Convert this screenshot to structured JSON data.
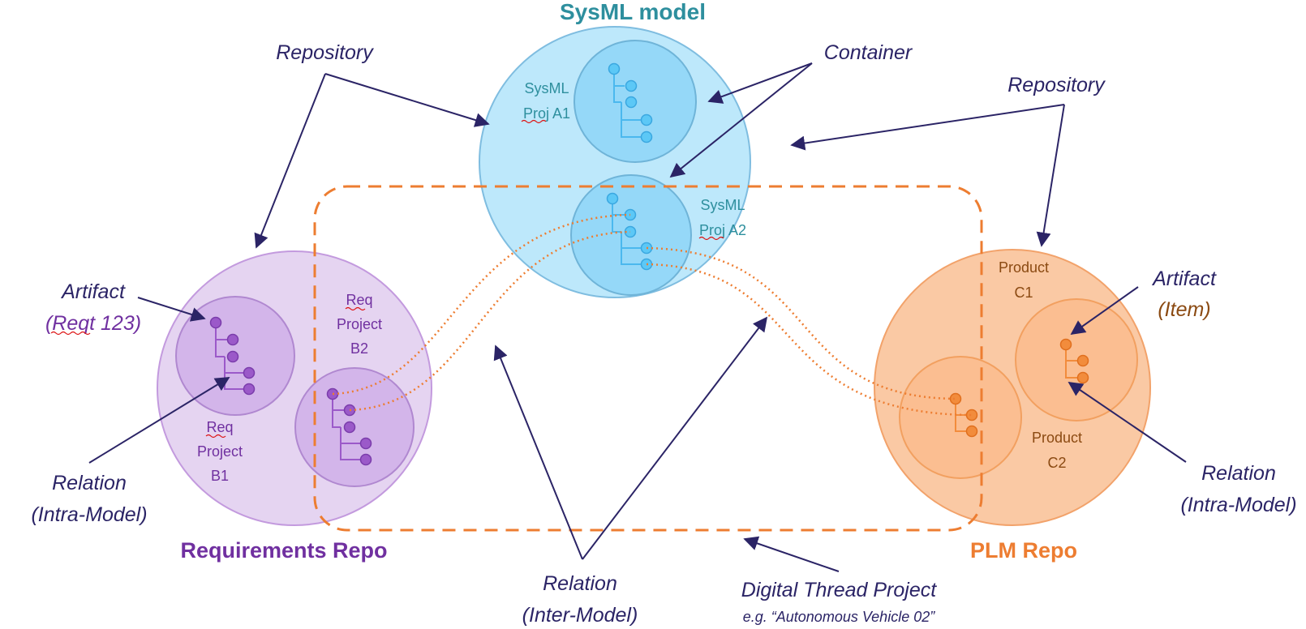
{
  "titles": {
    "sysml_model": "SysML model",
    "requirements_repo": "Requirements Repo",
    "plm_repo": "PLM Repo"
  },
  "sysml": {
    "proj_a1": [
      "SysML",
      "Proj A1"
    ],
    "proj_a2": [
      "SysML",
      "Proj A2"
    ]
  },
  "requirements": {
    "project_b1": [
      "Req",
      "Project",
      "B1"
    ],
    "project_b2": [
      "Req",
      "Project",
      "B2"
    ]
  },
  "plm": {
    "product_c1": [
      "Product",
      "C1"
    ],
    "product_c2": [
      "Product",
      "C2"
    ]
  },
  "callouts": {
    "repository_left": "Repository",
    "repository_right": "Repository",
    "container": "Container",
    "artifact_left": [
      "Artifact",
      "(Reqt 123)"
    ],
    "artifact_right": [
      "Artifact",
      "(Item)"
    ],
    "relation_intra_left": [
      "Relation",
      "(Intra-Model)"
    ],
    "relation_intra_right": [
      "Relation",
      "(Intra-Model)"
    ],
    "relation_inter": [
      "Relation",
      "(Inter-Model)"
    ],
    "digital_thread": "Digital Thread Project",
    "digital_thread_example": "e.g. “Autonomous Vehicle 02”"
  },
  "colors": {
    "sysml_outer": "#bde8fb",
    "sysml_inner": "#95d8f8",
    "sysml_node": "#5cc8f6",
    "sysml_text": "#2e8f9e",
    "req_outer": "#e5d4f1",
    "req_inner": "#d3b5ea",
    "req_node": "#9b59c9",
    "req_text": "#7030a0",
    "plm_outer": "#fac9a4",
    "plm_inner": "#fbbe91",
    "plm_node": "#f28c3c",
    "plm_text": "#ed7d31",
    "plm_label": "#8b4a12",
    "dashed_thread": "#ed7d31",
    "arrow": "#2b2466"
  }
}
